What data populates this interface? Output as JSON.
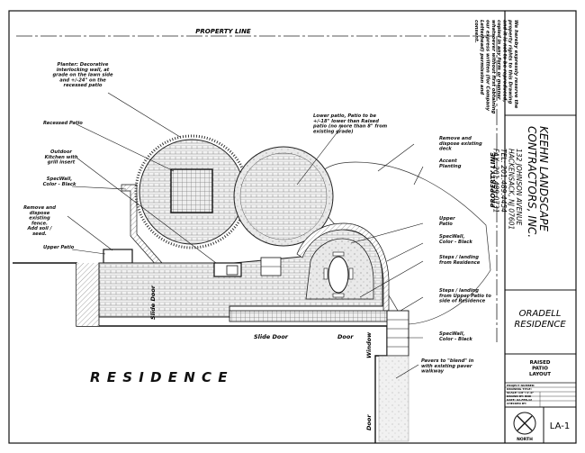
{
  "property_line": {
    "top": "PROPERTY LINE",
    "right": "PROPERTY LINE"
  },
  "residence": "R E S I D E N C E",
  "doors": {
    "slide_door_left": "Slide Door",
    "slide_door_bottom": "Slide Door",
    "door_bottom": "Door",
    "window_right": "Window",
    "door_right": "Door"
  },
  "notes": {
    "planter": [
      "Planter: Decorative",
      "interlocking wall, at",
      "grade on the lawn side",
      "and +/-24\" on the",
      "recessed patio"
    ],
    "recessed_patio": [
      "Recessed Patio"
    ],
    "outdoor_kitchen": [
      "Outdoor",
      "Kitchen with",
      "grill insert"
    ],
    "specwall_left": [
      "SpecWall,",
      "Color - Black"
    ],
    "remove_fence": [
      "Remove and",
      "dispose",
      "existing",
      "fence.",
      "Add soil /",
      "seed."
    ],
    "upper_patio_left": [
      "Upper Patio"
    ],
    "lower_patio": [
      "Lower patio, Patio to be",
      "+/-18\" lower than Raised",
      "patio (no more than 8\" from",
      "existing grade)"
    ],
    "remove_deck": [
      "Remove and",
      "dispose existing",
      "deck"
    ],
    "accent_planting": [
      "Accent",
      "Planting"
    ],
    "upper_patio_right": [
      "Upper",
      "Patio"
    ],
    "specwall_right": [
      "SpecWall,",
      "Color - Black"
    ],
    "steps_residence": [
      "Steps / landing",
      "from Residence"
    ],
    "steps_upper": [
      "Steps / landing",
      "from Upper Patio to",
      "side of Residence"
    ],
    "specwall_bottom": [
      "SpecWall,",
      "Color - Black"
    ],
    "pavers": [
      "Pavers to \"blend\" in",
      "with existing paver",
      "walkway"
    ]
  },
  "title_block": {
    "disclaimer": [
      "We hereby expressly reserve the",
      "property rights to this Drawing",
      "and it is not to be reproduced,",
      "copied in any form or manner",
      "whatsoever without first obtaining",
      "our express written (for Company",
      "Letterhead) permission and",
      "consent."
    ],
    "company": [
      "KEEHN LANDSCAPE",
      "CONTRACTORS, INC."
    ],
    "address": [
      "132 JOHNSON AVENUE",
      "HACKENSACK, NJ 07601",
      "TEL: 201.489.4454",
      "FAX: 201.489.0731"
    ],
    "project": [
      "ORADELL",
      "RESIDENCE"
    ],
    "drawing_title": [
      "RAISED",
      "PATIO",
      "LAYOUT"
    ],
    "small_fields": [
      "PROJECT NUMBER:",
      "DRAWING TITLE:",
      "SCALE: 1/8\"=1'-0\"",
      "DRAWN BY: BNK",
      "DATE: 02-FEB-12",
      "CHECKED BY:"
    ],
    "north_label": "NORTH",
    "sheet_number": "LA-1"
  }
}
